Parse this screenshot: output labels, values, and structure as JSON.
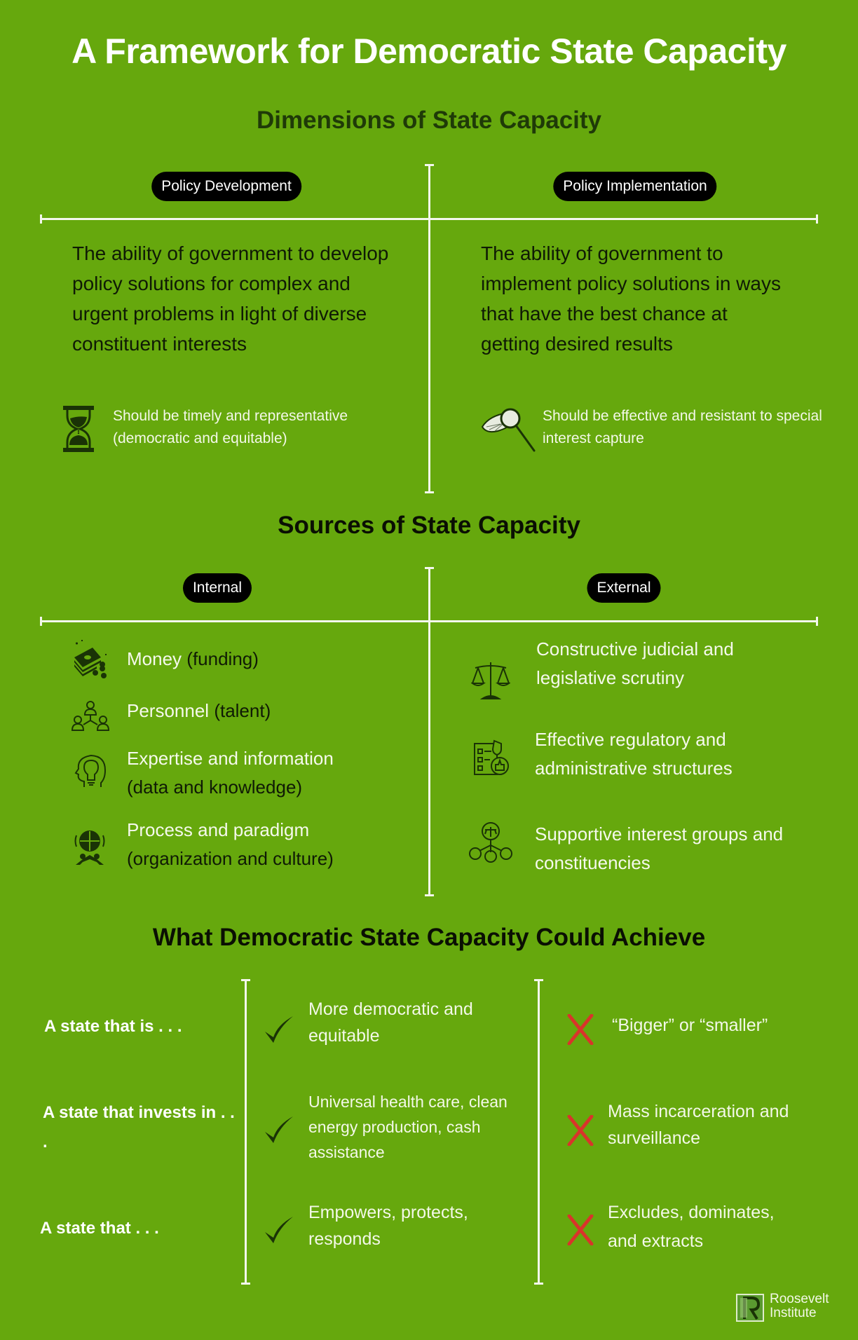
{
  "title": "A Framework for Democratic State Capacity",
  "colors": {
    "background": "#66a80d",
    "dark_text": "#0f1a05",
    "heading_dark_green": "#1f3a08",
    "icon_dark_green": "#1a3306",
    "cross_red": "#d9342b",
    "white": "#ffffff"
  },
  "dimensions": {
    "heading": "Dimensions of State Capacity",
    "left": {
      "pill": "Policy Development",
      "description": "The ability of government to develop policy solutions for complex and urgent problems in light of diverse constituent interests",
      "icon": "hourglass-icon",
      "note": "Should be timely and representative (democratic and equitable)"
    },
    "right": {
      "pill": "Policy Implementation",
      "description": "The ability of government to implement policy solutions in ways that have the best chance at getting desired results",
      "icon": "butterfly-net-icon",
      "note": "Should be effective and resistant to special interest capture"
    }
  },
  "sources": {
    "heading": "Sources of State Capacity",
    "internal": {
      "pill": "Internal",
      "items": [
        {
          "icon": "money-icon",
          "main": "Money",
          "detail": "(funding)"
        },
        {
          "icon": "personnel-network-icon",
          "main": "Personnel",
          "detail": "(talent)"
        },
        {
          "icon": "head-lightbulb-icon",
          "main": "Expertise and information",
          "detail": "(data and knowledge)"
        },
        {
          "icon": "puzzle-globe-people-icon",
          "main": "Process and paradigm",
          "detail": "(organization and culture)"
        }
      ]
    },
    "external": {
      "pill": "External",
      "items": [
        {
          "icon": "scales-of-justice-icon",
          "text": "Constructive judicial and legislative scrutiny"
        },
        {
          "icon": "checklist-thumbs-up-icon",
          "text": "Effective regulatory and administrative structures"
        },
        {
          "icon": "interest-groups-icon",
          "text": "Supportive interest groups and constituencies"
        }
      ]
    }
  },
  "achieve": {
    "heading": "What Democratic State Capacity Could Achieve",
    "rows": [
      {
        "label": "A state that is . . .",
        "yes": "More democratic and equitable",
        "no": "“Bigger” or “smaller”"
      },
      {
        "label": "A state that invests in . . .",
        "yes": "Universal health care, clean energy production, cash assistance",
        "no": "Mass incarceration and surveillance"
      },
      {
        "label": "A state that . . .",
        "yes": "Empowers, protects, responds",
        "no": "Excludes, dominates, and extracts"
      }
    ]
  },
  "logo": {
    "line1": "Roosevelt",
    "line2": "Institute"
  }
}
